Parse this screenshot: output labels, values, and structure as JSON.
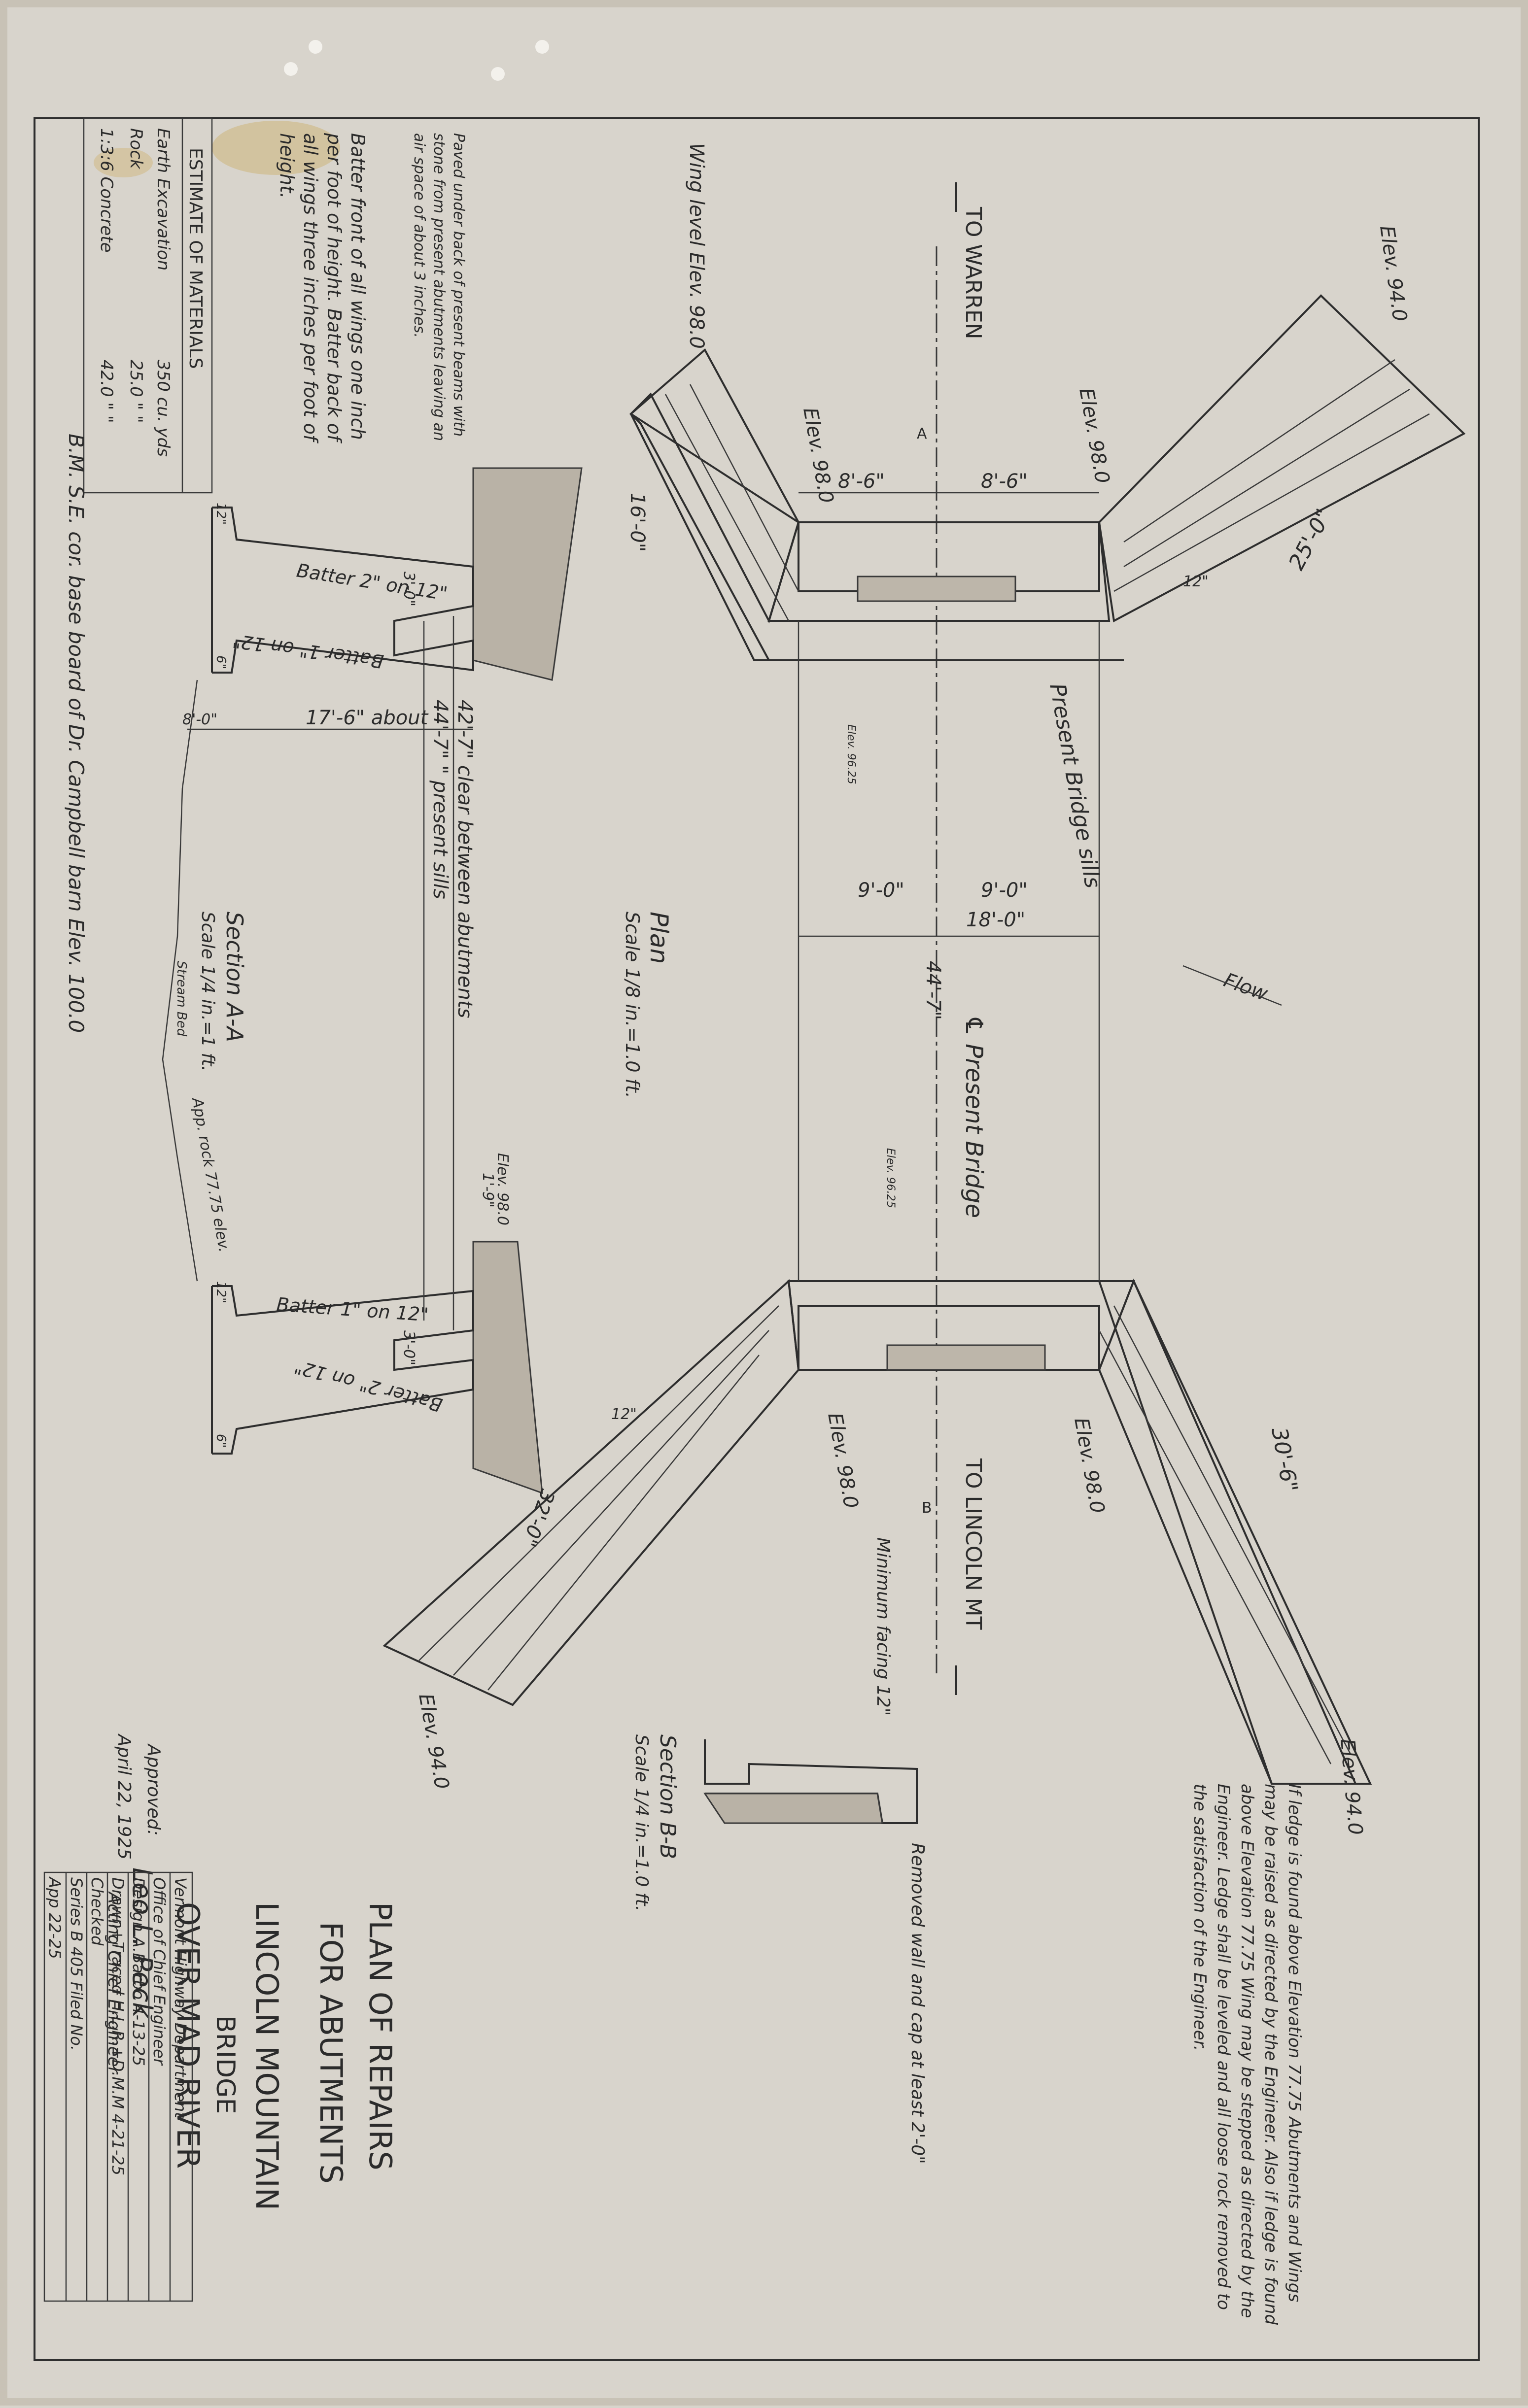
{
  "drawing": {
    "title_lines": [
      "PLAN OF REPAIRS",
      "FOR ABUTMENTS",
      "LINCOLN MOUNTAIN",
      "BRIDGE",
      "OVER MAD RIVER"
    ],
    "approved_label": "Approved:",
    "approved_date": "April 22, 1925",
    "signature": "Leo L. Peck",
    "engineer_title": "Acting Chief Engineer",
    "title_block": [
      "Vermont Highway Department",
      "Office of Chief Engineer",
      "Design A.Barbo 4-13-25",
      "Drawn+Traced H.L.R.+D.M.M 4-21-25",
      "Checked",
      "Series B 405 Filed No.",
      "App 22-25"
    ]
  },
  "materials": {
    "heading": "ESTIMATE OF MATERIALS",
    "rows": [
      {
        "item": "Earth Excavation",
        "qty": "350 cu. yds"
      },
      {
        "item": "Rock",
        "qty": "25.0 \" \""
      },
      {
        "item": "1:3:6 Concrete",
        "qty": "42.0 \" \""
      }
    ]
  },
  "notes": {
    "paving": "Paved under back of present beams with stone from present abutments leaving an air space of about 3 inches.",
    "batter": "Batter front of all wings one inch per foot of height. Batter back of all wings three inches per foot of height.",
    "bm": "B.M. S.E. cor. base board of Dr. Campbell barn Elev. 100.0",
    "ledge": "If ledge is found above Elevation 77.75 Abutments and Wings may be raised as directed by the Engineer. Also if ledge is found above Elevation 77.75 Wing may be stepped as directed by the Engineer. Ledge shall be leveled and all loose rock removed to the satisfaction of the Engineer.",
    "removed_wall": "Removed wall and cap at least 2'-0\"",
    "min_facing": "Minimum facing 12\""
  },
  "labels": {
    "to_warren": "TO WARREN",
    "to_lincoln": "TO LINCOLN MT",
    "flow": "Flow",
    "plan": "Plan",
    "plan_scale": "Scale 1/8 in.=1.0 ft.",
    "section_aa": "Section A-A",
    "section_aa_scale": "Scale 1/4 in.=1 ft.",
    "section_bb": "Section B-B",
    "section_bb_scale": "Scale 1/4 in.=1.0 ft.",
    "present_bridge": "℄ Present Bridge",
    "present_sills": "Present Bridge sills",
    "wing_level": "Wing level Elev. 98.0",
    "elev_94_a": "Elev. 94.0",
    "elev_94_b": "Elev. 94.0",
    "elev_94_c": "Elev. 94.0",
    "elev_98_a": "Elev. 98.0",
    "elev_98_b": "Elev. 98.0",
    "elev_98_c": "Elev. 98.0",
    "elev_98_d": "Elev. 98.0",
    "elev_98_e": "Elev. 98.0",
    "elev_9625_a": "Elev. 96.25",
    "elev_9625_b": "Elev. 96.25",
    "dim_8_6_a": "8'-6\"",
    "dim_8_6_b": "8'-6\"",
    "dim_9_0_a": "9'-0\"",
    "dim_9_0_b": "9'-0\"",
    "dim_18_0": "18'-0\"",
    "dim_44_7": "44'-7\"",
    "dim_16_0": "16'-0\"",
    "dim_25_0": "25'-0\"",
    "dim_30_6": "30'-6\"",
    "dim_32_0": "32'-0\"",
    "dim_17_6": "17'-6\" about",
    "dim_8_0": "8'-0\"",
    "dim_3_0_a": "3'-0\"",
    "dim_3_0_b": "3'-0\"",
    "dim_1_9": "1'-9\"",
    "dim_12_a": "12\"",
    "dim_12_b": "12\"",
    "dim_12_c": "12\"",
    "dim_12_d": "12\"",
    "dim_6_a": "6\"",
    "dim_6_b": "6\"",
    "clear_between": "42'-7\" clear between abutments",
    "present_sills_span": "44'-7\"  \"   present sills",
    "batter_2_12_a": "Batter 2\" on 12\"",
    "batter_1_12_a": "Batter 1\" on 12\"",
    "batter_1_12_b": "Batter 1\" on 12\"",
    "batter_2_12_b": "Batter 2\" on 12\"",
    "stream_bed": "Stream Bed",
    "approx_rock": "App. rock 77.75 elev.",
    "section_a_marker": "A",
    "section_b_marker": "B"
  },
  "colors": {
    "paper": "#d8d4cc",
    "ink": "#2e2e2e",
    "stain": "#c9a24a"
  }
}
